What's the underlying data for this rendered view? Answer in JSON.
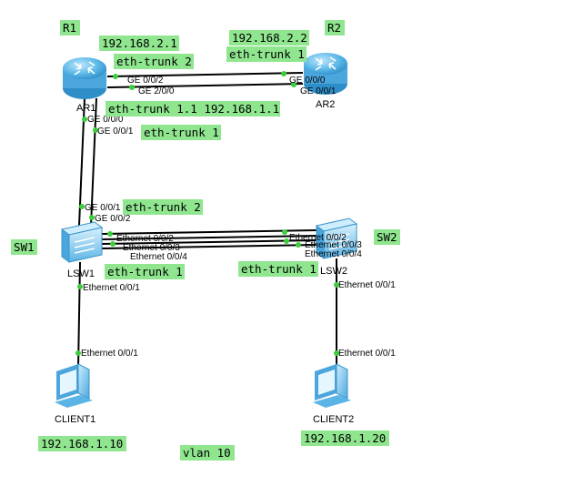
{
  "colors": {
    "label_bg": "#8fe68f",
    "port_dot": "#3ccd3c",
    "link": "#000000",
    "router_body": "#5bb8e8",
    "switch_body": "#6fc2ee"
  },
  "labels": {
    "r1": "R1",
    "r2": "R2",
    "sw1": "SW1",
    "sw2": "SW2",
    "r1_ip_trunk2": "192.168.2.1",
    "r1_trunk2": "eth-trunk 2",
    "r2_ip_trunk1": "192.168.2.2",
    "r2_trunk1": "eth-trunk 1",
    "r1_subif": "eth-trunk 1.1 192.168.1.1",
    "r1_trunk1": "eth-trunk 1",
    "sw1_trunk2": "eth-trunk 2",
    "sw1_trunk1": "eth-trunk 1",
    "sw2_trunk1": "eth-trunk 1",
    "client1_ip": "192.168.1.10",
    "client2_ip": "192.168.1.20",
    "vlan": "vlan 10"
  },
  "devices": {
    "ar1": "AR1",
    "ar2": "AR2",
    "lsw1": "LSW1",
    "lsw2": "LSW2",
    "client1": "CLIENT1",
    "client2": "CLIENT2"
  },
  "ports": {
    "ar1_ge002": "GE 0/0/2",
    "ar1_ge200": "GE 2/0/0",
    "ar1_ge000": "GE 0/0/0",
    "ar1_ge001": "GE 0/0/1",
    "ar2_ge000": "GE 0/0/0",
    "ar2_ge001": "GE 0/0/1",
    "lsw1_ge001": "GE 0/0/1",
    "lsw1_ge002": "GE 0/0/2",
    "lsw1_eth002": "Ethernet 0/0/2",
    "lsw1_eth003": "Ethernet 0/0/3",
    "lsw1_eth004": "Ethernet 0/0/4",
    "lsw1_eth001": "Ethernet 0/0/1",
    "lsw2_eth002": "Ethernet 0/0/2",
    "lsw2_eth003": "Ethernet 0/0/3",
    "lsw2_eth004": "Ethernet 0/0/4",
    "lsw2_eth001": "Ethernet 0/0/1",
    "client1_eth001": "Ethernet 0/0/1",
    "client2_eth001": "Ethernet 0/0/1"
  }
}
